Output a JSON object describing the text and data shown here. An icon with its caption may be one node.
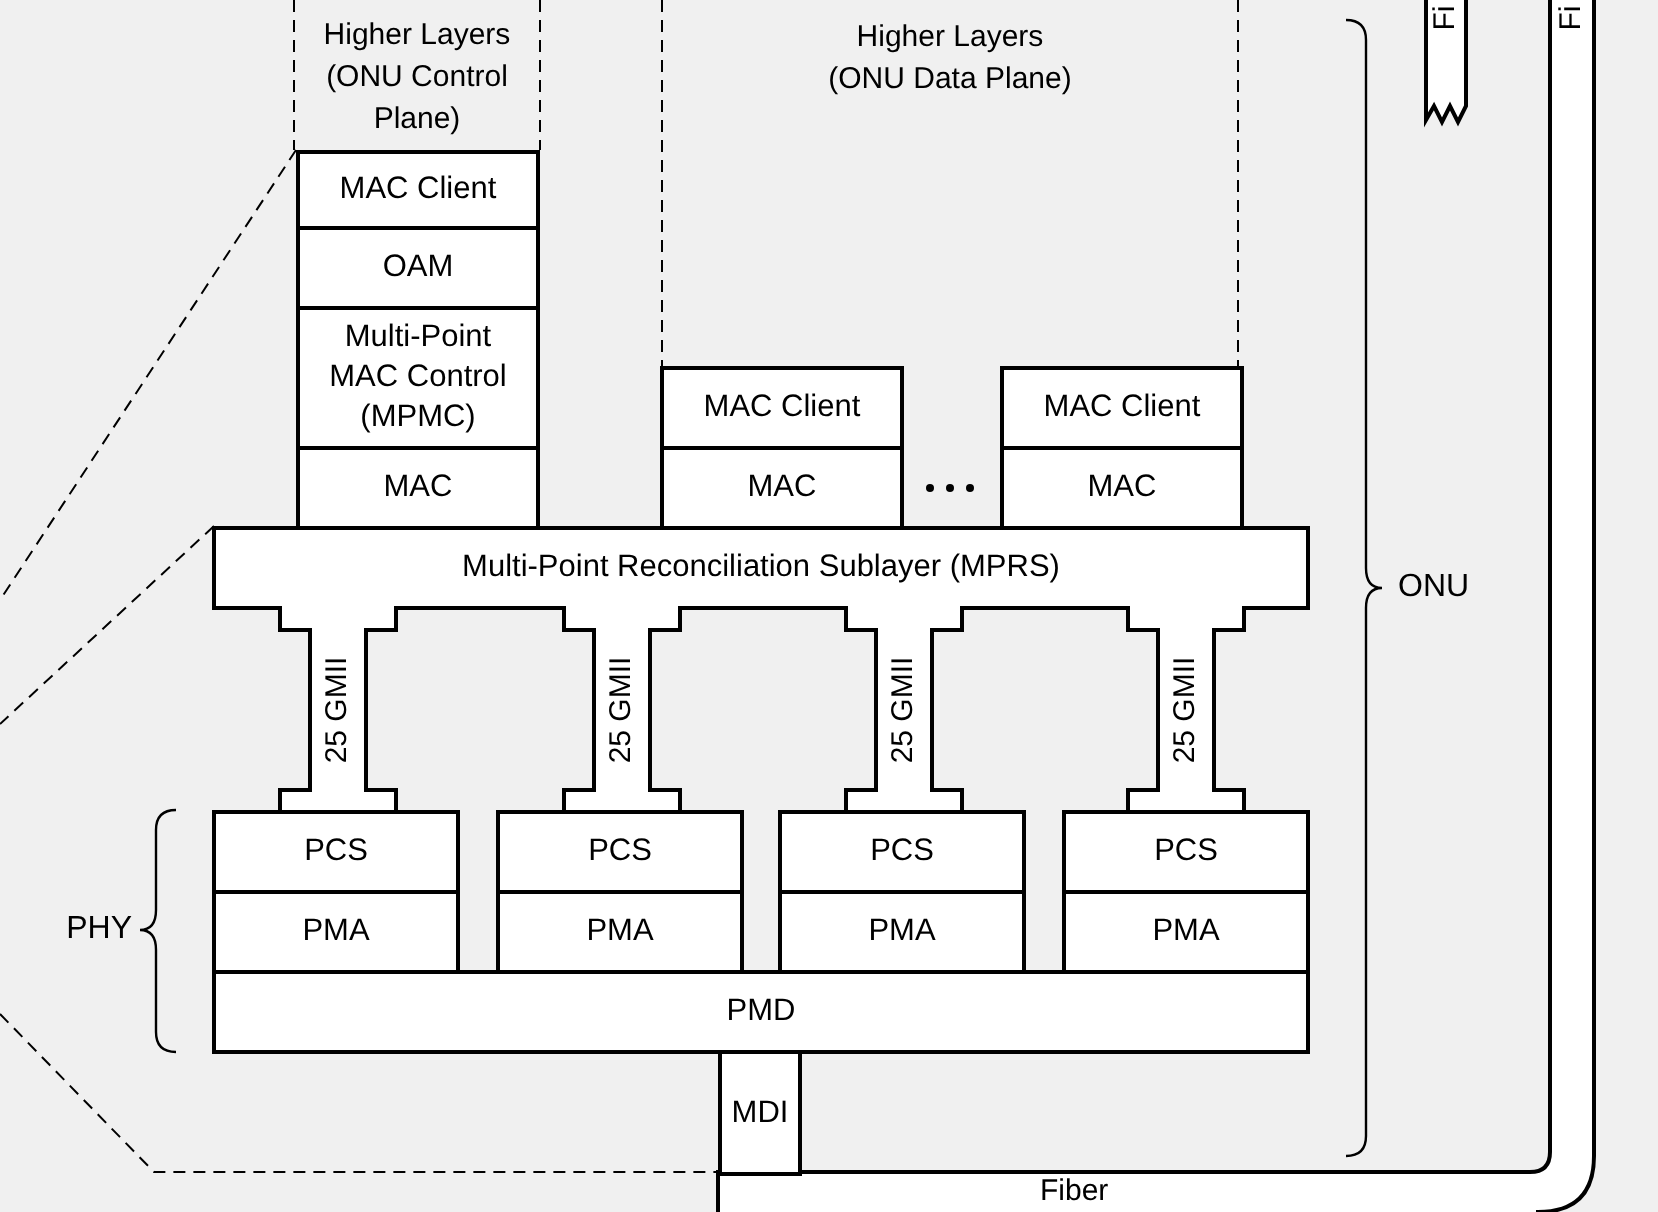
{
  "diagram": {
    "nodes": [
      {
        "text": [
          "Higher Layers (ONU Control Plane)"
        ]
      },
      {
        "text": [
          "MAC Client"
        ]
      },
      {
        "text": [
          "OAM"
        ]
      },
      {
        "text": [
          "Multi-Point MAC Control (MPMC)"
        ]
      },
      {
        "text": [
          "MAC"
        ]
      },
      {
        "text": [
          "Higher Layers (ONU Data Plane)"
        ]
      },
      {
        "text": [
          "MAC Client"
        ]
      },
      {
        "text": [
          "MAC"
        ]
      },
      {
        "text": [
          "MAC Client"
        ]
      },
      {
        "text": [
          "MAC"
        ]
      },
      {
        "text": [
          "Multi-Point Reconciliation Sublayer (MPRS)"
        ]
      },
      {
        "text": [
          "25 GMII"
        ]
      },
      {
        "text": [
          "25 GMII"
        ]
      },
      {
        "text": [
          "25 GMII"
        ]
      },
      {
        "text": [
          "25 GMII"
        ]
      },
      {
        "text": [
          "PCS"
        ]
      },
      {
        "text": [
          "PCS"
        ]
      },
      {
        "text": [
          "PCS"
        ]
      },
      {
        "text": [
          "PCS"
        ]
      },
      {
        "text": [
          "PMA"
        ]
      },
      {
        "text": [
          "PMA"
        ]
      },
      {
        "text": [
          "PMA"
        ]
      },
      {
        "text": [
          "PMA"
        ]
      },
      {
        "text": [
          "PMD"
        ]
      },
      {
        "text": [
          "MDI"
        ]
      },
      {
        "text": [
          "Fiber",
          "Fi"
        ]
      },
      {
        "text": [
          "Fi"
        ]
      }
    ],
    "labels": [
      "PHY",
      "ONU"
    ]
  }
}
